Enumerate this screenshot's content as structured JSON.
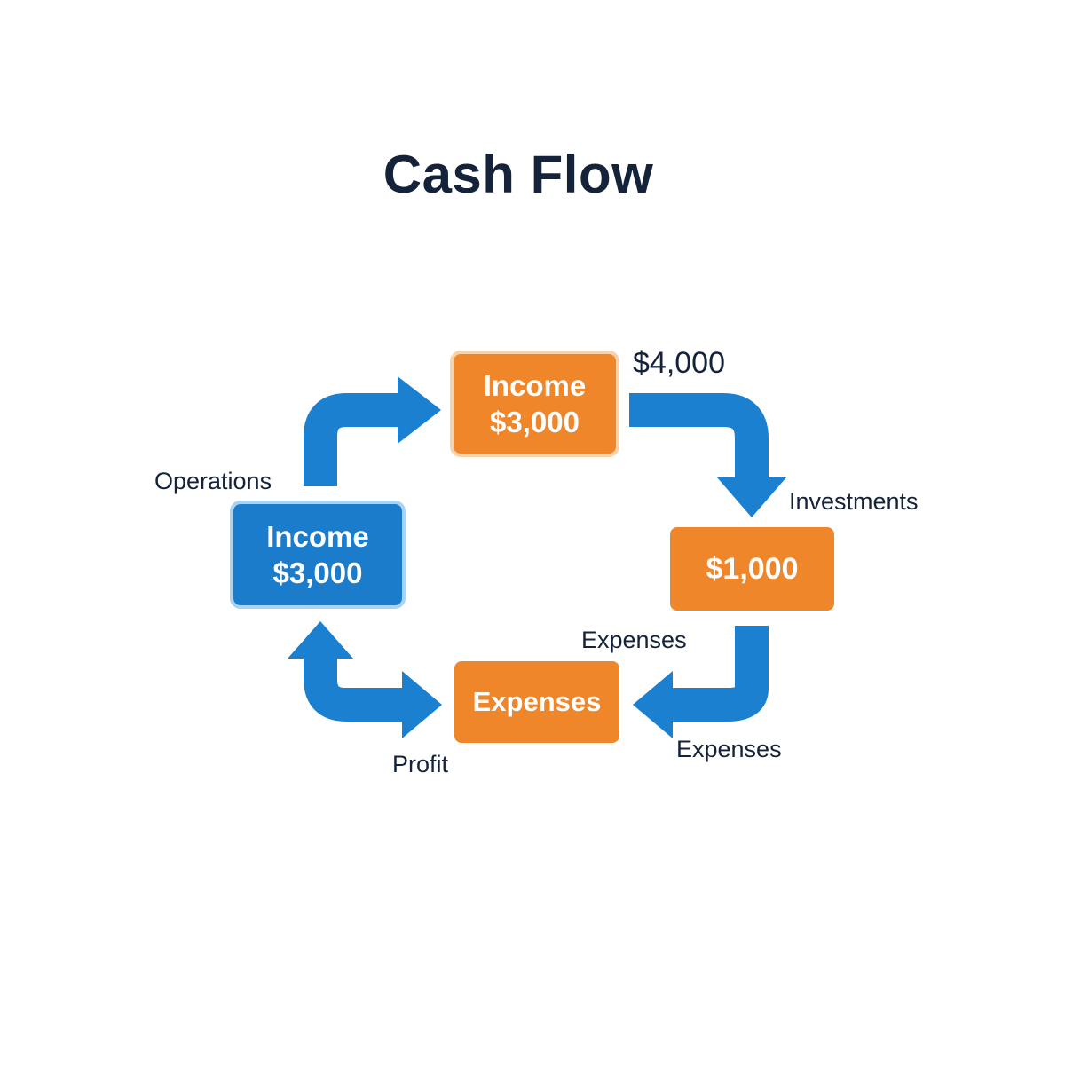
{
  "title": "Cash Flow",
  "boxes": {
    "income_top": {
      "line1": "Income",
      "line2": "$3,000"
    },
    "income_left": {
      "line1": "Income",
      "line2": "$3,000"
    },
    "right_box": {
      "line1": "$1,000"
    },
    "expenses_box": {
      "line1": "Expenses"
    }
  },
  "labels": {
    "amount_top": "$4,000",
    "operations": "Operations",
    "investments": "Investments",
    "expenses_above": "Expenses",
    "expenses_below": "Expenses",
    "profit": "Profit"
  },
  "colors": {
    "orange": "#f0862a",
    "blue": "#1b7ccc",
    "arrow_blue": "#1a80cf",
    "text_dark": "#14233a"
  }
}
